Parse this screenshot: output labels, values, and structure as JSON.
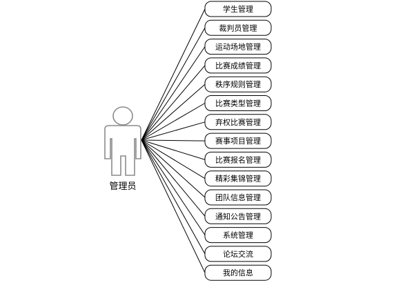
{
  "actor": {
    "label": "管理员"
  },
  "usecases": [
    {
      "label": "学生管理"
    },
    {
      "label": "裁判员管理"
    },
    {
      "label": "运动场地管理"
    },
    {
      "label": "比赛成绩管理"
    },
    {
      "label": "秩序规则管理"
    },
    {
      "label": "比赛类型管理"
    },
    {
      "label": "弃权比赛管理"
    },
    {
      "label": "赛事项目管理"
    },
    {
      "label": "比赛报名管理"
    },
    {
      "label": "精彩集锦管理"
    },
    {
      "label": "团队信息管理"
    },
    {
      "label": "通知公告管理"
    },
    {
      "label": "系统管理"
    },
    {
      "label": "论坛交流"
    },
    {
      "label": "我的信息"
    }
  ],
  "colors": {
    "stroke": "#000000",
    "actor_fill": "#ffffff",
    "actor_stroke": "#8a8a8a",
    "box_fill": "#ffffff"
  }
}
